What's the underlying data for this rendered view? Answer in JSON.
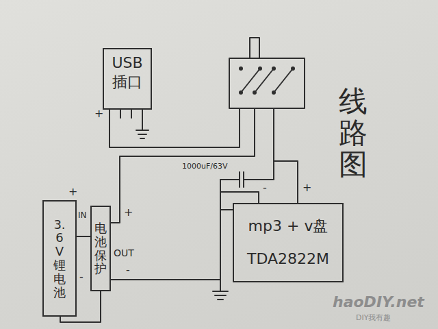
{
  "diagram": {
    "title": "线路图",
    "nodes": [
      {
        "text": [
          "USB 插口"
        ]
      },
      {
        "text": [
          "3.6V锂电池"
        ]
      },
      {
        "text": [
          "电池保护"
        ]
      },
      {
        "text": [
          "mp3 + v盘",
          "TDA2822M"
        ]
      }
    ],
    "edges": [
      {
        "from": 1,
        "to": 2,
        "arrow": "none"
      },
      {
        "from": 2,
        "to": 3,
        "arrow": "none"
      }
    ],
    "labels": [
      "+",
      "+",
      "IN",
      "+",
      "OUT",
      "-",
      "-",
      "1000uF/63V",
      "-",
      "+",
      "haoDIY.net",
      "DIY我有趣"
    ]
  }
}
